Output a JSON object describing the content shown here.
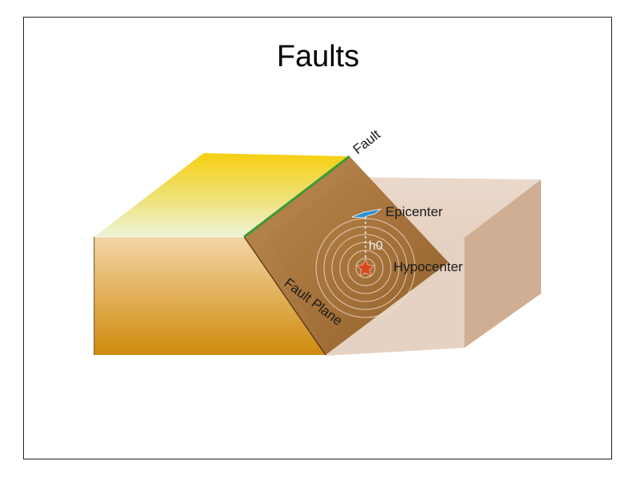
{
  "title": "Faults",
  "labels": {
    "fault": "Fault",
    "epicenter": "Epicenter",
    "h0": "h0",
    "hypocenter": "Hypocenter",
    "fault_plane": "Fault Plane"
  },
  "colors": {
    "top_surface_yellow": "#f5d21a",
    "front_face_orange": "#d9951e",
    "fault_plane_brown": "#a8733a",
    "right_block_tan": "#e3cbb8",
    "fault_line_green": "#3c9a35",
    "epicenter_blue": "#2f8fd0",
    "hypocenter_red": "#d9481e"
  }
}
